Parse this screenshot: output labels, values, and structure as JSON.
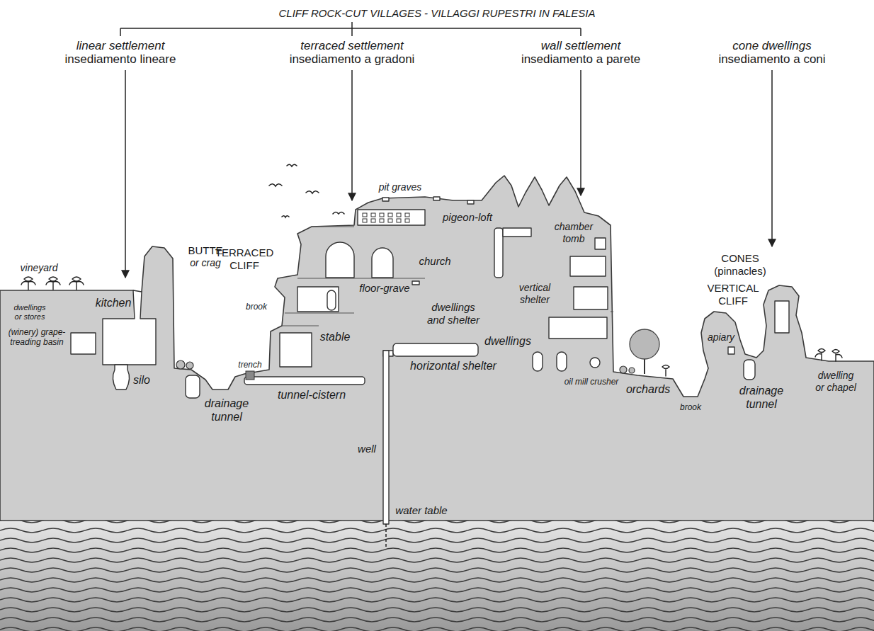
{
  "diagram": {
    "title": "CLIFF ROCK-CUT VILLAGES - VILLAGGI RUPESTRI IN FALESIA",
    "labels": [
      "linear settlement",
      "insediamento lineare",
      "terraced settlement",
      "insediamento a gradoni",
      "wall settlement",
      "insediamento a parete",
      "cone dwellings",
      "insediamento a coni",
      "pit graves",
      "pigeon-loft",
      "chamber tomb",
      "CONES (pinnacles)",
      "vineyard",
      "BUTTE",
      "or crag",
      "TERRACED CLIFF",
      "church",
      "vertical shelter",
      "VERTICAL CLIFF",
      "kitchen",
      "floor-grave",
      "dwellings or stores",
      "dwellings and shelter",
      "brook",
      "dwellings",
      "(winery) grape-treading basin",
      "trench",
      "stable",
      "apiary",
      "silo",
      "horizontal shelter",
      "drainage tunnel",
      "tunnel-cistern",
      "oil mill crusher",
      "dwelling or chapel",
      "orchards",
      "brook",
      "drainage tunnel",
      "well",
      "water table"
    ]
  }
}
